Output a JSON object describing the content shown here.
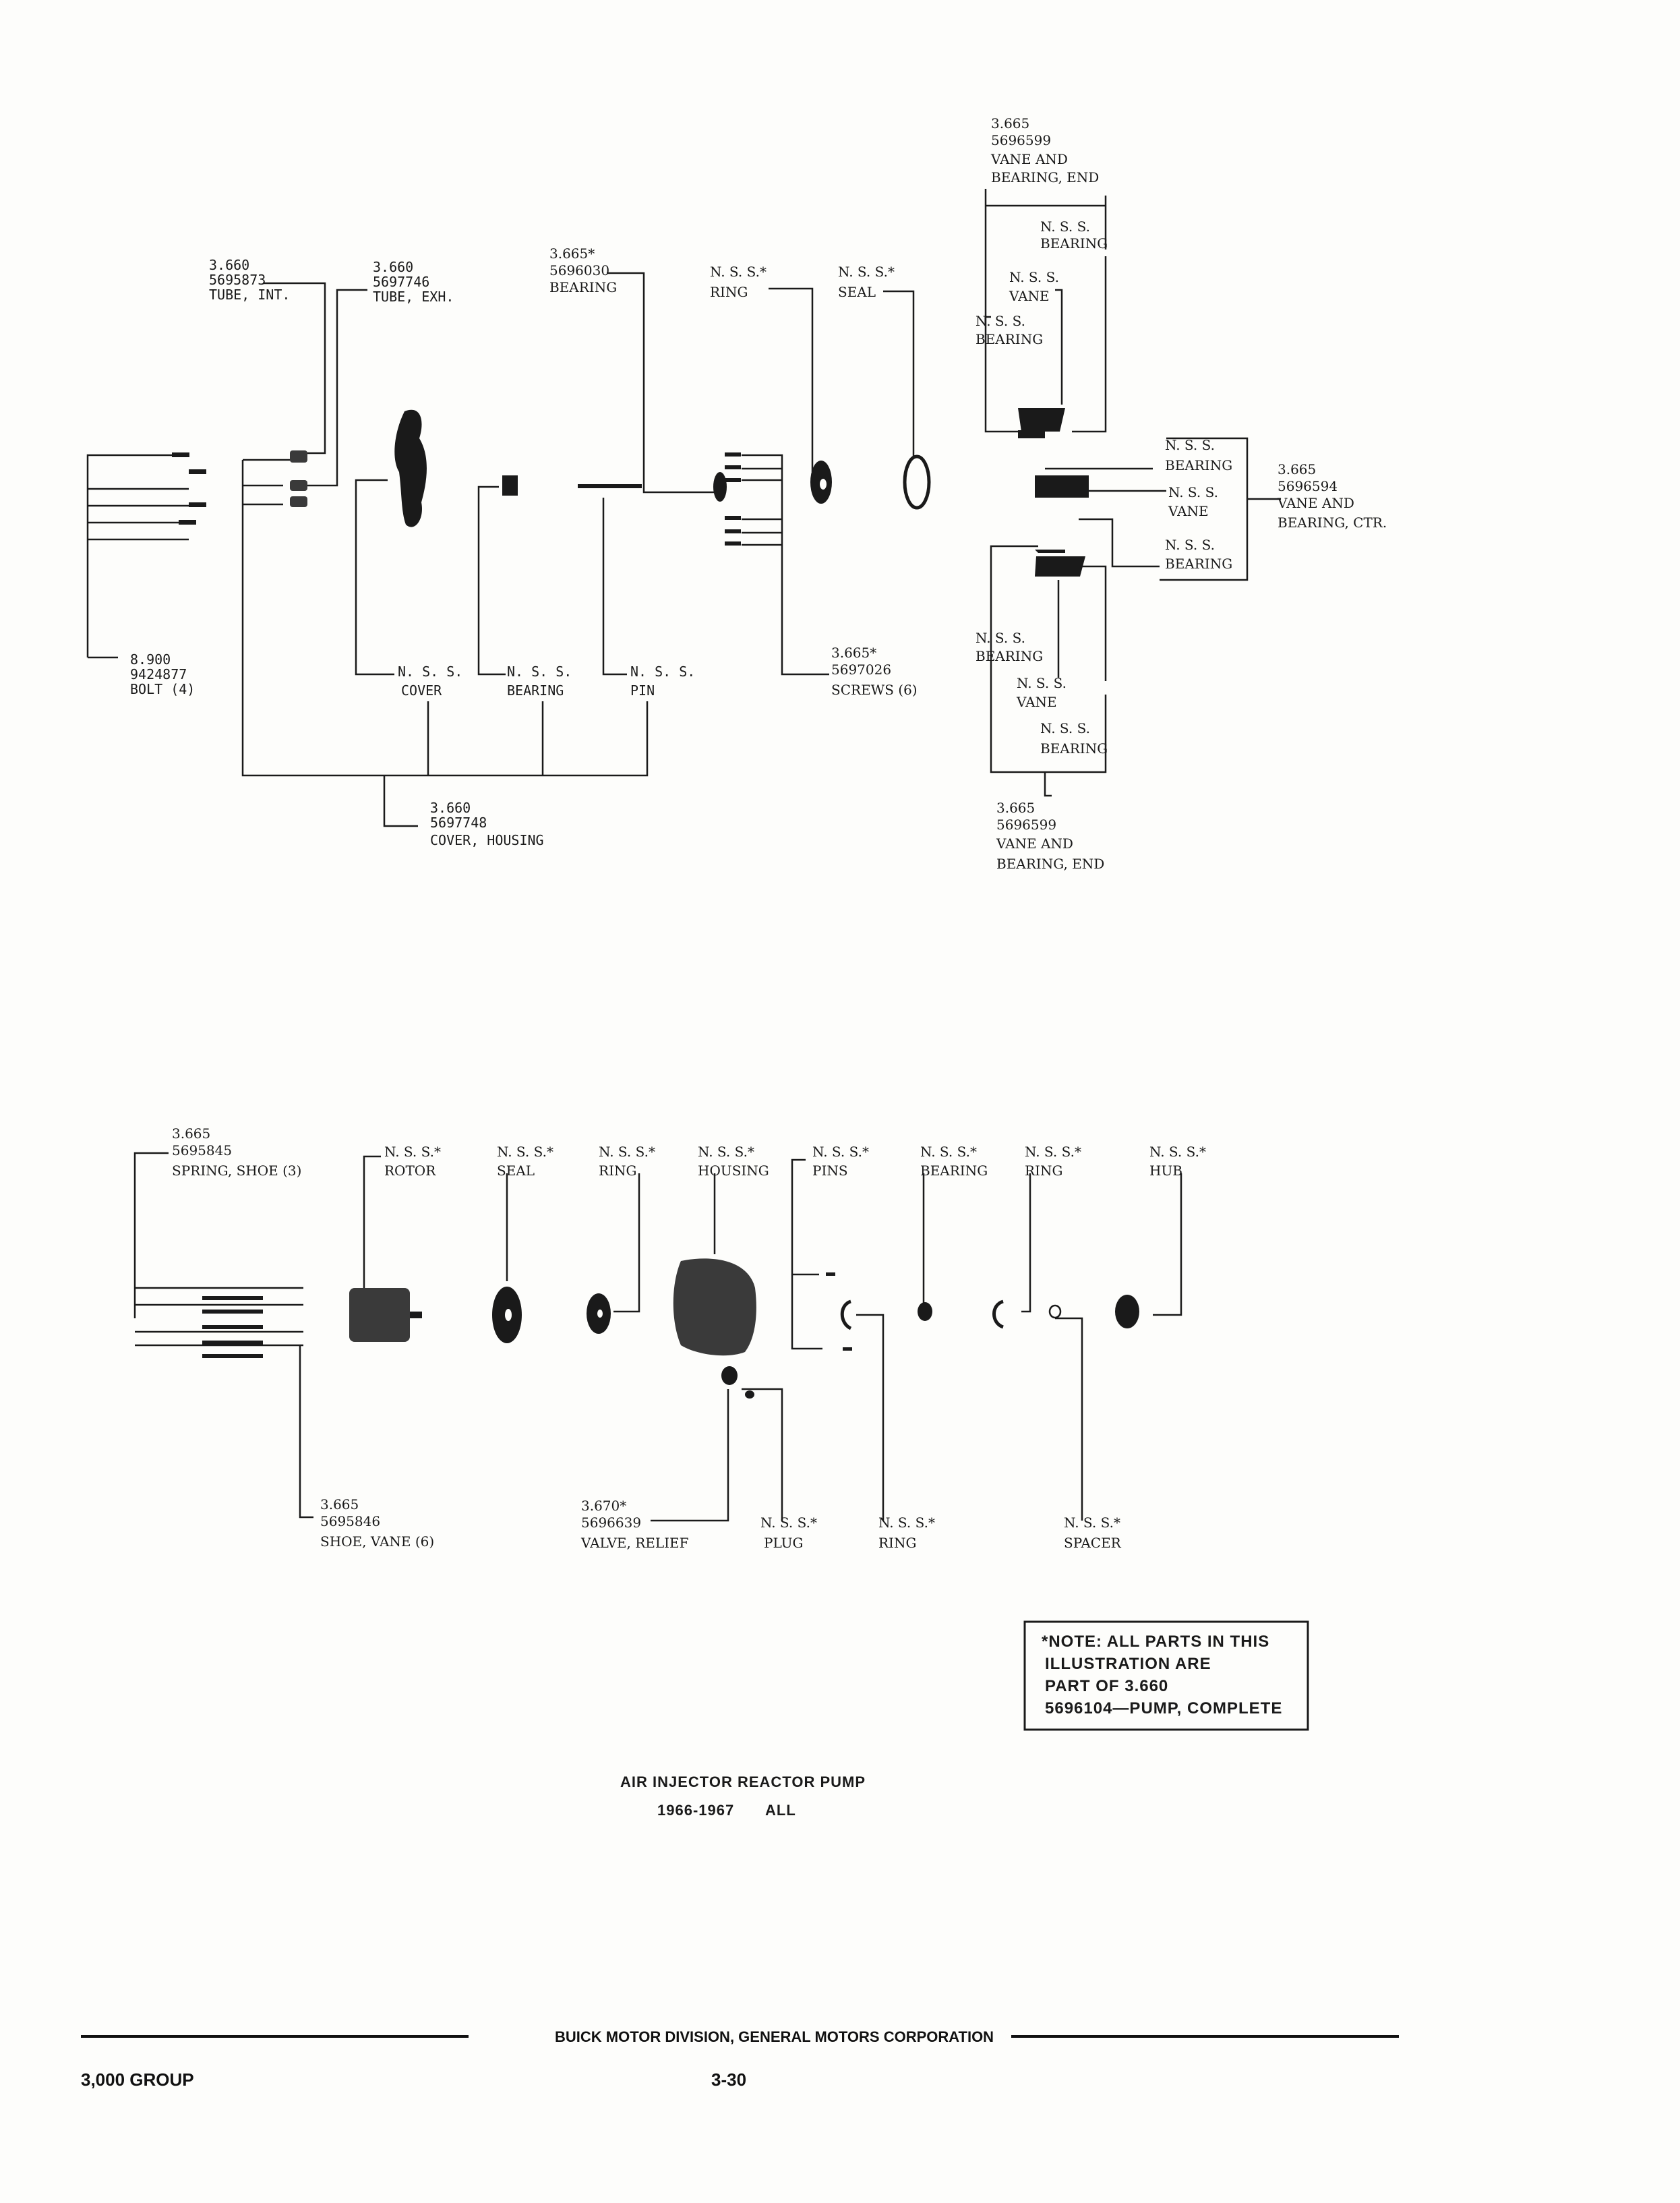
{
  "top": {
    "bolt": [
      "8.900",
      "9424877",
      "BOLT (4)"
    ],
    "tube_int": [
      "3.660",
      "5695873",
      "TUBE, INT."
    ],
    "tube_exh": [
      "3.660",
      "5697746",
      "TUBE, EXH."
    ],
    "cover": [
      "N. S. S.",
      "COVER"
    ],
    "bearing_small": [
      "N. S. S.",
      "BEARING"
    ],
    "pin": [
      "N. S. S.",
      "PIN"
    ],
    "cover_housing": [
      "3.660",
      "5697748",
      "COVER, HOUSING"
    ],
    "bearing_main": [
      "3.665*",
      "5696030",
      "BEARING"
    ],
    "ring": [
      "N. S. S.*",
      "RING"
    ],
    "seal": [
      "N. S. S.*",
      "SEAL"
    ],
    "screws": [
      "3.665*",
      "5697026",
      "SCREWS (6)"
    ],
    "vane_end_top": [
      "3.665",
      "5696599",
      "VANE AND",
      "BEARING, END"
    ],
    "vane_end_bottom": [
      "3.665",
      "5696599",
      "VANE AND",
      "BEARING, END"
    ],
    "vane_ctr": [
      "3.665",
      "5696594",
      "VANE AND",
      "BEARING, CTR."
    ],
    "nss_bearing": [
      "N. S. S.",
      "BEARING"
    ],
    "nss_vane": [
      "N. S. S.",
      "VANE"
    ]
  },
  "bottom": {
    "spring_shoe": [
      "3.665",
      "5695845",
      "SPRING, SHOE (3)"
    ],
    "rotor": [
      "N. S. S.*",
      "ROTOR"
    ],
    "seal": [
      "N. S. S.*",
      "SEAL"
    ],
    "ring": [
      "N. S. S.*",
      "RING"
    ],
    "housing": [
      "N. S. S.*",
      "HOUSING"
    ],
    "pins": [
      "N. S. S.*",
      "PINS"
    ],
    "bearing": [
      "N. S. S.*",
      "BEARING"
    ],
    "ring2": [
      "N. S. S.*",
      "RING"
    ],
    "hub": [
      "N. S. S.*",
      "HUB"
    ],
    "shoe_vane": [
      "3.665",
      "5695846",
      "SHOE, VANE (6)"
    ],
    "valve_relief": [
      "3.670*",
      "5696639",
      "VALVE, RELIEF"
    ],
    "plug": [
      "N. S. S.*",
      "PLUG"
    ],
    "ring3": [
      "N. S. S.*",
      "RING"
    ],
    "spacer": [
      "N. S. S.*",
      "SPACER"
    ]
  },
  "note": [
    "*NOTE: ALL PARTS IN THIS",
    "ILLUSTRATION ARE",
    "PART OF 3.660",
    "5696104—PUMP, COMPLETE"
  ],
  "caption": {
    "title": "AIR INJECTOR REACTOR PUMP",
    "years": "1966-1967",
    "applies": "ALL"
  },
  "footer": {
    "division": "BUICK MOTOR DIVISION, GENERAL MOTORS CORPORATION",
    "group": "3,000 GROUP",
    "page": "3-30"
  }
}
